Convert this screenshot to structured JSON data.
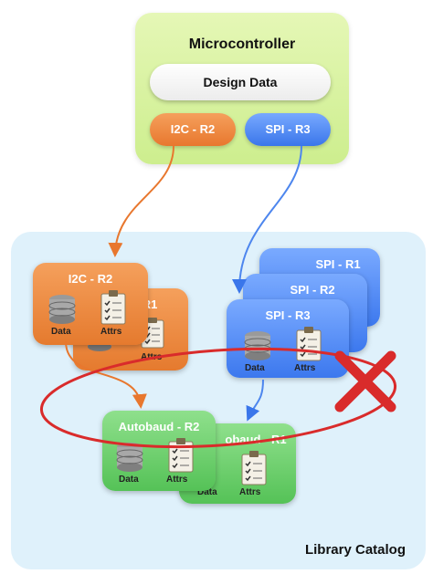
{
  "microcontroller": {
    "title": "Microcontroller",
    "design_data": "Design Data",
    "i2c": "I2C - R2",
    "spi": "SPI - R3"
  },
  "library_catalog": {
    "label": "Library Catalog",
    "i2c_r2": "I2C - R2",
    "i2c_r1": "R1",
    "spi_r1": "SPI - R1",
    "spi_r2": "SPI - R2",
    "spi_r3": "SPI - R3",
    "autobaud_r2": "Autobaud - R2",
    "autobaud_r1": "obaud - R1"
  },
  "icon_labels": {
    "data": "Data",
    "attrs": "Attrs"
  },
  "colors": {
    "orange": "#e8772e",
    "blue": "#3a76ea",
    "green": "#55c257",
    "lime": "#cdee8e",
    "reject": "#d92b2b"
  }
}
